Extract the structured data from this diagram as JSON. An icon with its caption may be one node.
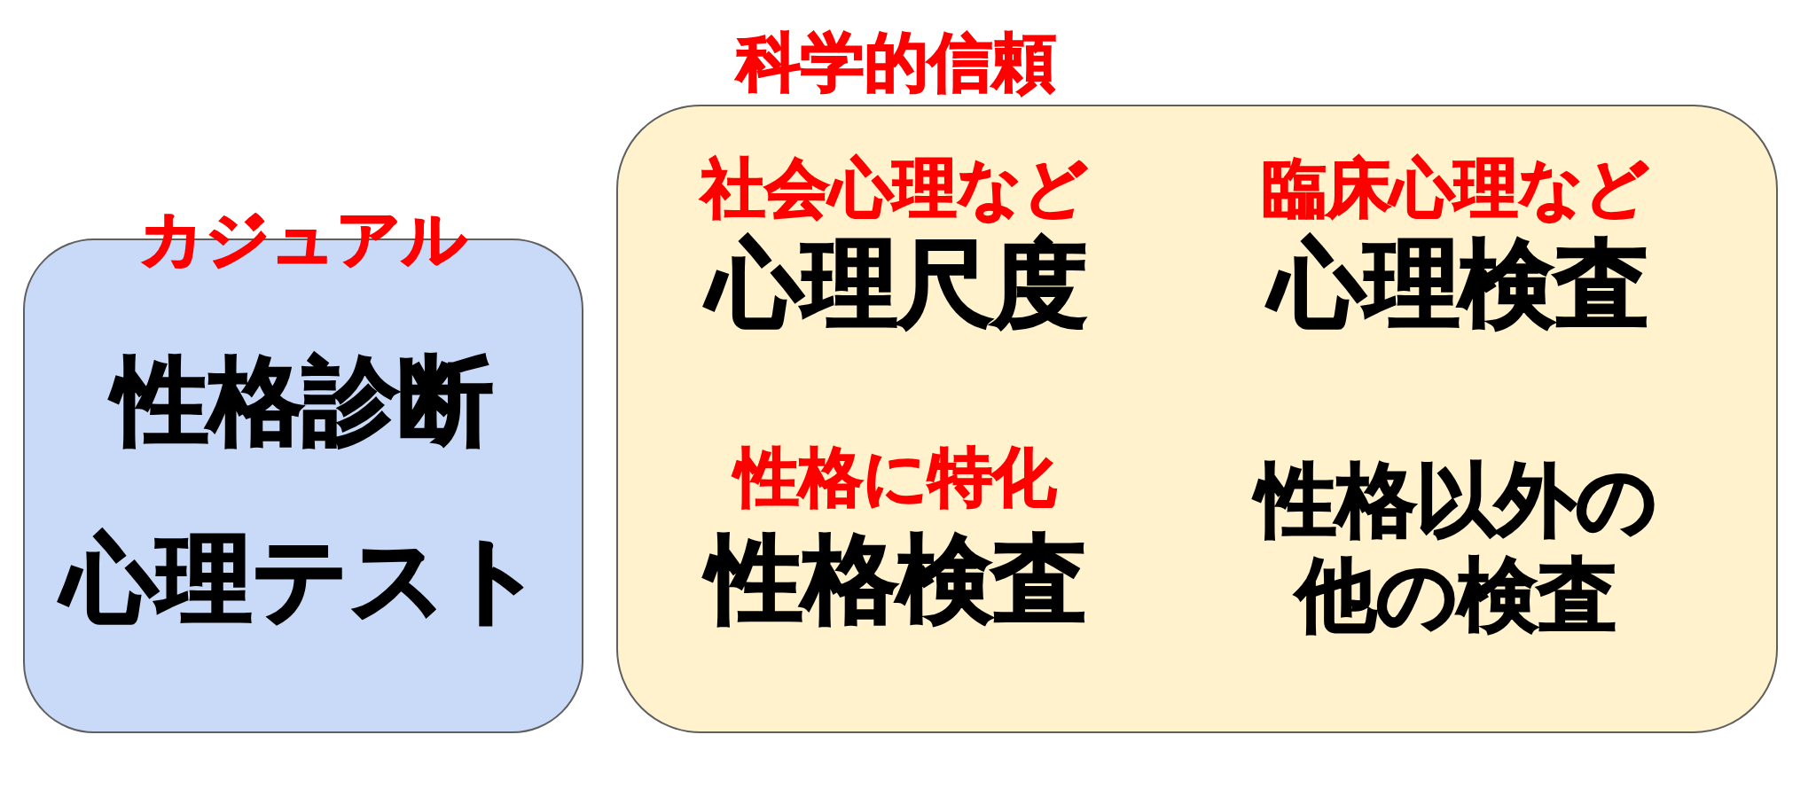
{
  "diagram": {
    "nodes": [
      {
        "text": [
          "カジュアル",
          "性格診断",
          "心理テスト"
        ]
      },
      {
        "text": [
          "科学的信頼",
          "社会心理など",
          "心理尺度",
          "臨床心理など",
          "心理検査",
          "性格に特化",
          "性格検査",
          "性格以外の他の検査"
        ]
      }
    ]
  }
}
